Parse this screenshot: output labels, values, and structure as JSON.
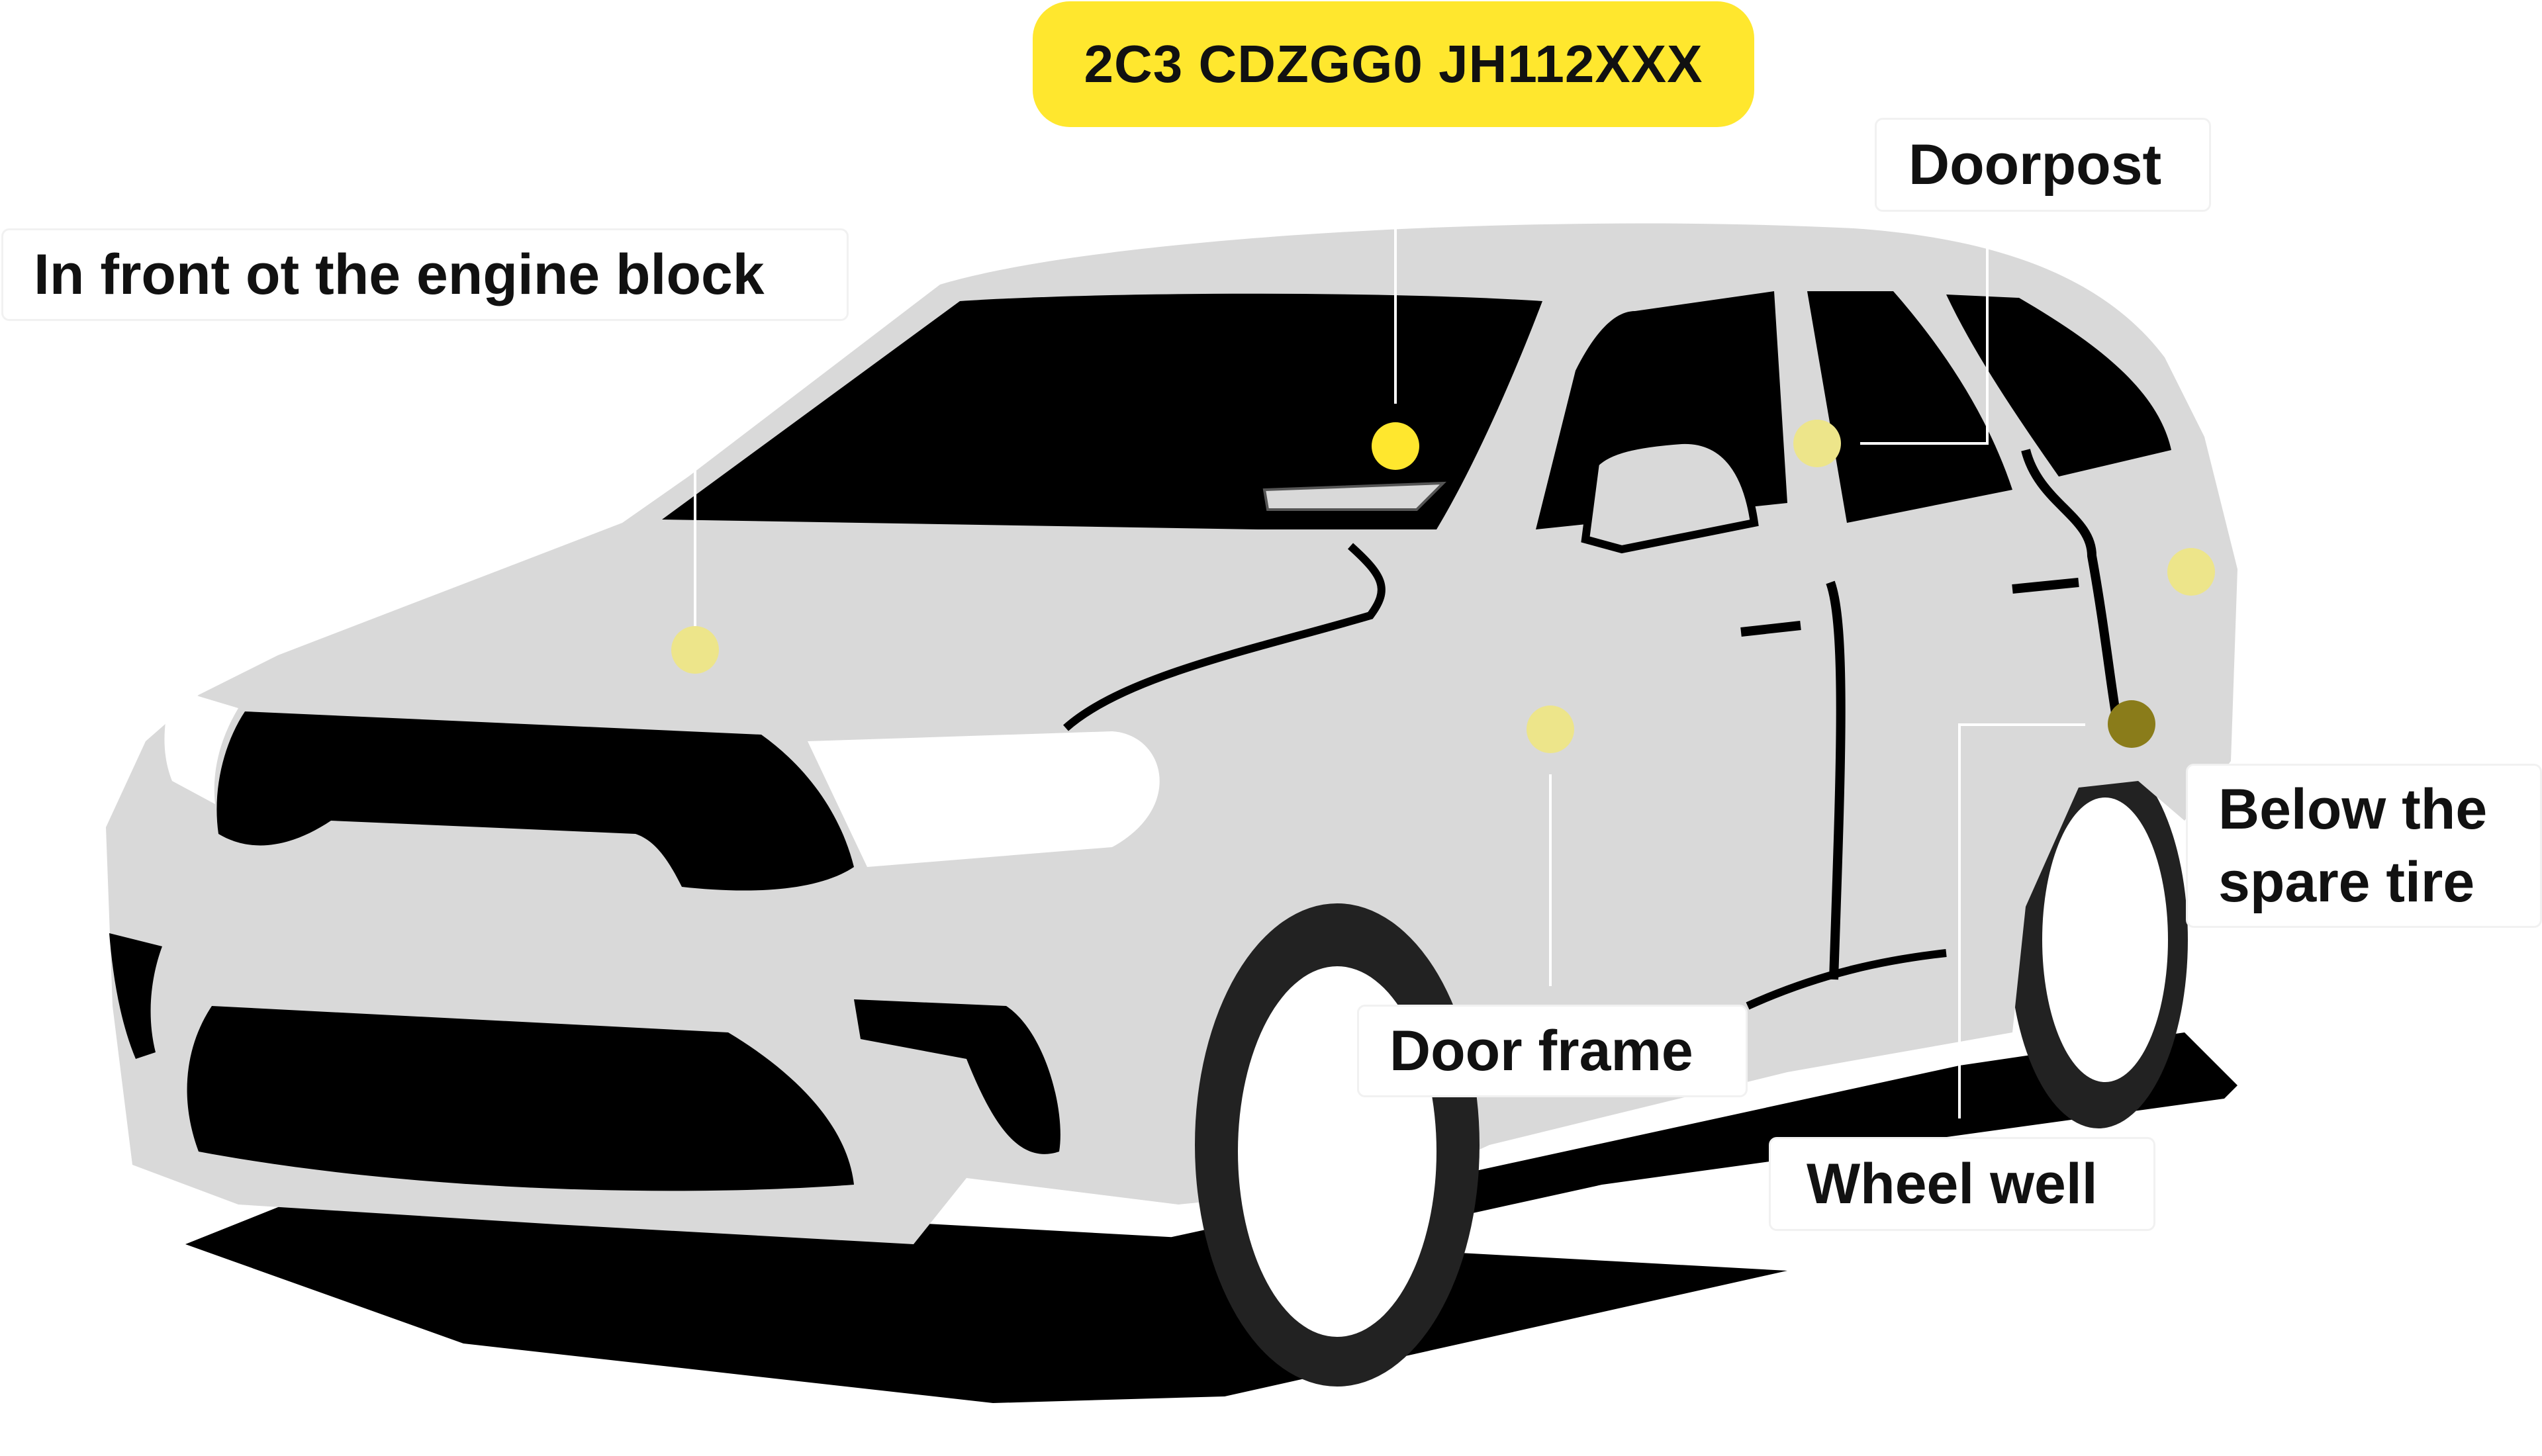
{
  "vin": "2C3 CDZGG0 JH112XXX",
  "locations": {
    "engine_block": "In front ot the engine block",
    "doorpost": "Doorpost",
    "door_frame": "Door frame",
    "spare_tire": [
      "Below the",
      "spare tire"
    ],
    "wheel_well": "Wheel well"
  },
  "colors": {
    "accent_yellow": "#ffe72e",
    "body_gray": "#d9d9d9",
    "shadow_black": "#000000",
    "marker_faded": "#ede58a"
  }
}
